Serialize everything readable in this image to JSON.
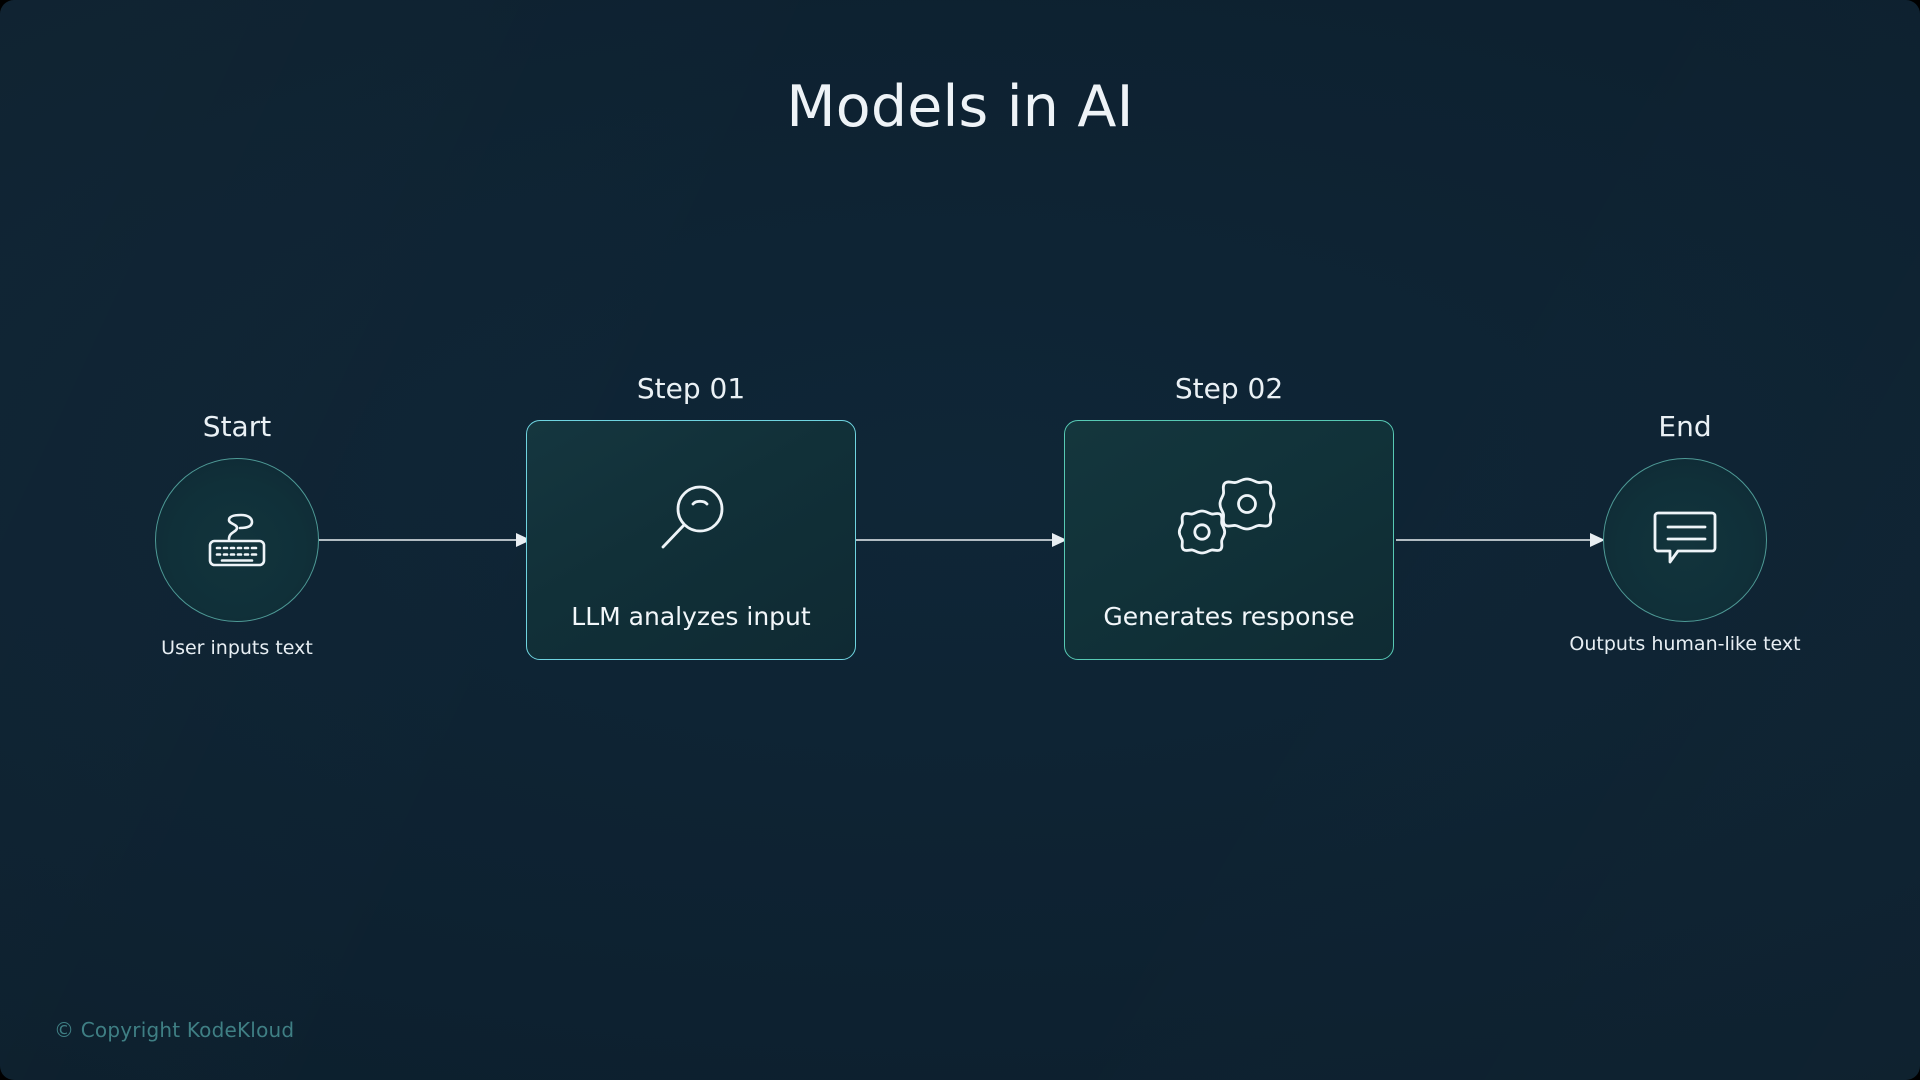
{
  "slide": {
    "title": "Models in AI",
    "background_color": "#0d2130",
    "accent_color": "#4e9a96",
    "footer": "© Copyright KodeKloud"
  },
  "diagram": {
    "type": "flow",
    "orientation": "left-to-right",
    "nodes": [
      {
        "id": "start",
        "shape": "circle",
        "label": "Start",
        "caption": "User inputs text",
        "icon": "keyboard-icon",
        "border_color": "#4e9a96"
      },
      {
        "id": "step-01",
        "shape": "rounded-rectangle",
        "label": "Step 01",
        "caption": "LLM analyzes input",
        "icon": "magnifier-icon",
        "border_color": "#6fd4e0"
      },
      {
        "id": "step-02",
        "shape": "rounded-rectangle",
        "label": "Step 02",
        "caption": "Generates response",
        "icon": "gears-icon",
        "border_color": "#57c9b4"
      },
      {
        "id": "end",
        "shape": "circle",
        "label": "End",
        "caption": "Outputs human-like text",
        "icon": "speech-bubble-icon",
        "border_color": "#4e9a96"
      }
    ],
    "connectors": [
      {
        "id": "start-to-step-01",
        "from": "start",
        "to": "step-01",
        "style": "arrow"
      },
      {
        "id": "step-01-to-step-02",
        "from": "step-01",
        "to": "step-02",
        "style": "arrow"
      },
      {
        "id": "step-02-to-end",
        "from": "step-02",
        "to": "end",
        "style": "arrow"
      }
    ]
  }
}
